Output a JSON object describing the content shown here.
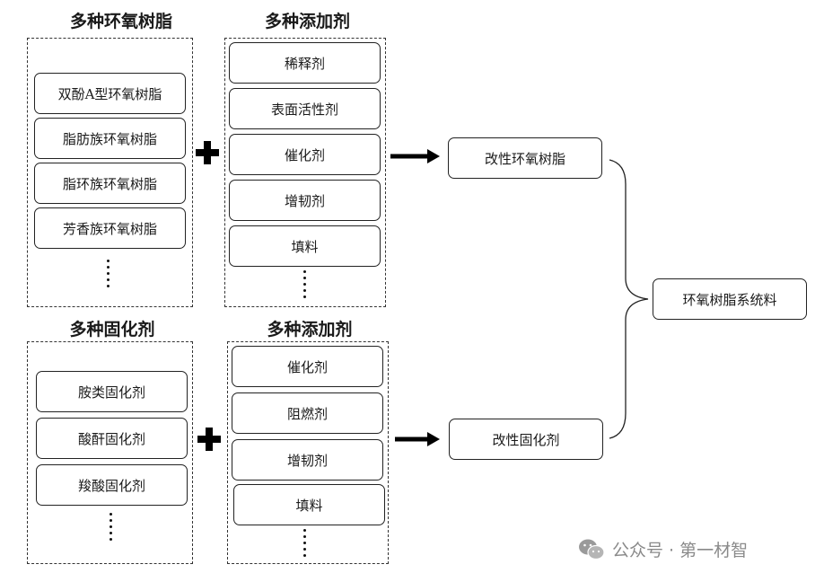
{
  "groups": {
    "resins": {
      "title": "多种环氧树脂",
      "items": [
        "双酚A型环氧树脂",
        "脂肪族环氧树脂",
        "脂环族环氧树脂",
        "芳香族环氧树脂"
      ]
    },
    "additives_top": {
      "title": "多种添加剂",
      "items": [
        "稀释剂",
        "表面活性剂",
        "催化剂",
        "增韧剂",
        "填料"
      ]
    },
    "curing_agents": {
      "title": "多种固化剂",
      "items": [
        "胺类固化剂",
        "酸酐固化剂",
        "羧酸固化剂"
      ]
    },
    "additives_bottom": {
      "title": "多种添加剂",
      "items": [
        "催化剂",
        "阻燃剂",
        "增韧剂",
        "填料"
      ]
    }
  },
  "results": {
    "modified_resin": "改性环氧树脂",
    "modified_curing_agent": "改性固化剂",
    "system": "环氧树脂系统料"
  },
  "watermark": {
    "text": "公众号 · 第一材智",
    "icon": "wechat-icon"
  }
}
